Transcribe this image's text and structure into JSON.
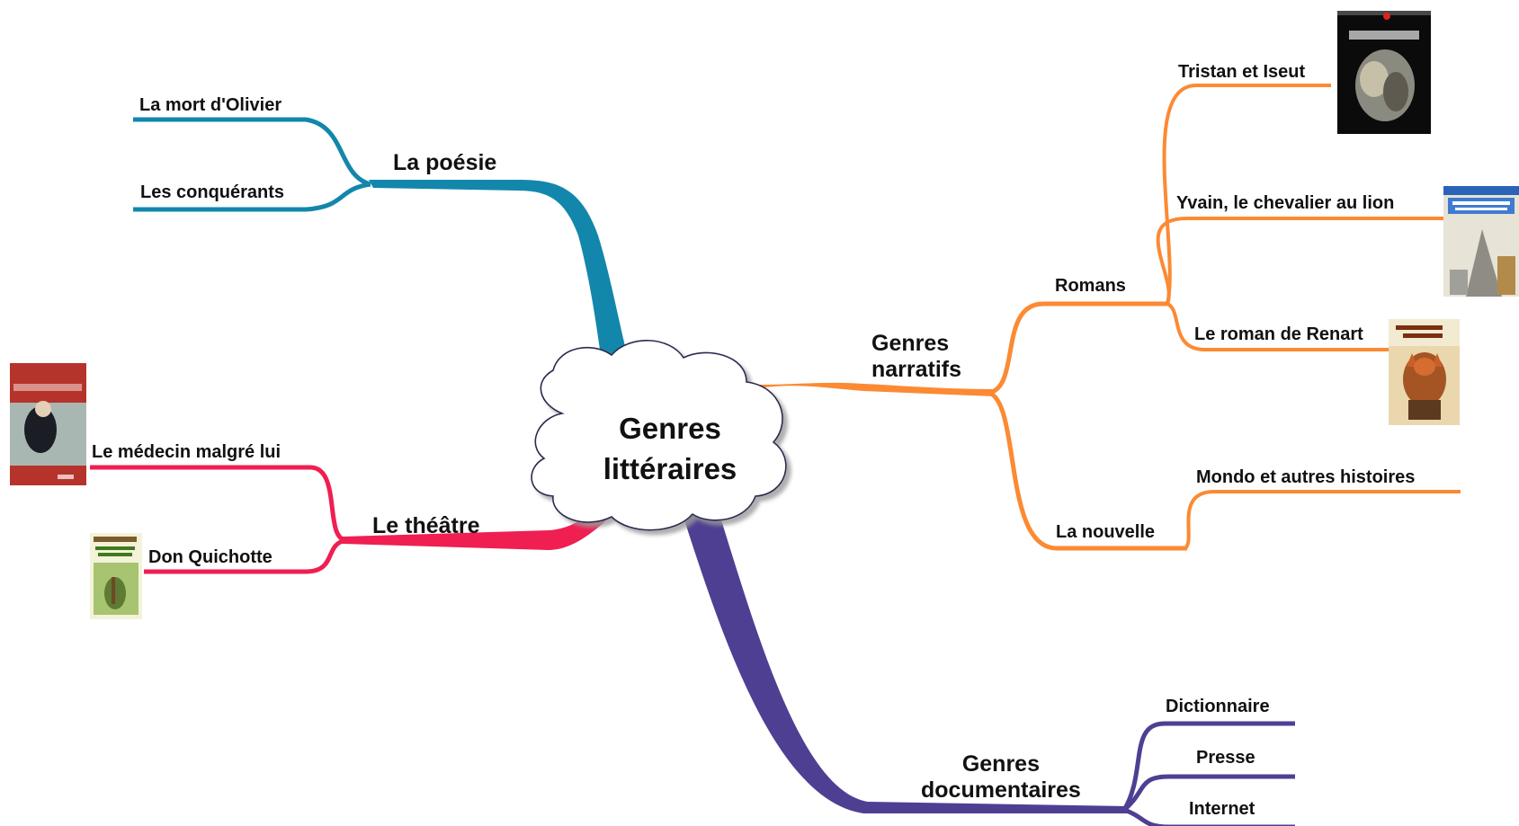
{
  "central_topic": {
    "line1": "Genres",
    "line2": "littéraires"
  },
  "branches": {
    "poesie": {
      "label": "La poésie",
      "color": "#1287ab",
      "items": [
        "La mort d'Olivier",
        "Les conquérants"
      ]
    },
    "theatre": {
      "label": "Le théâtre",
      "color": "#ef1f52",
      "items": [
        "Le médecin malgré lui",
        "Don Quichotte"
      ]
    },
    "narratifs": {
      "line1": "Genres",
      "line2": "narratifs",
      "color": "#fb8a33",
      "romans": {
        "label": "Romans",
        "items": [
          "Tristan et Iseut",
          "Yvain, le chevalier au lion",
          "Le roman de Renart"
        ]
      },
      "nouvelle": {
        "label": "La nouvelle",
        "items": [
          "Mondo et autres histoires"
        ]
      }
    },
    "documentaires": {
      "line1": "Genres",
      "line2": "documentaires",
      "color": "#4f3f93",
      "items": [
        "Dictionnaire",
        "Presse",
        "Internet"
      ]
    }
  }
}
